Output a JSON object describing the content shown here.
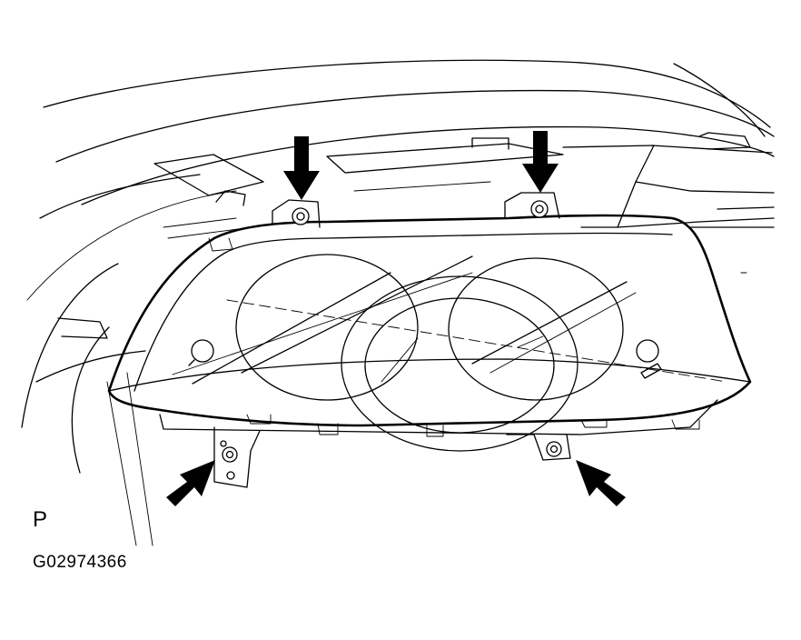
{
  "figure": {
    "view_letter": "P",
    "figure_id": "G02974366"
  },
  "callouts": [
    {
      "id": "top-left-screw",
      "arrow_direction": "down"
    },
    {
      "id": "top-right-screw",
      "arrow_direction": "down"
    },
    {
      "id": "bottom-left-screw",
      "arrow_direction": "up-right"
    },
    {
      "id": "bottom-right-screw",
      "arrow_direction": "up-left"
    }
  ],
  "colors": {
    "line": "#000000",
    "background": "#ffffff"
  }
}
